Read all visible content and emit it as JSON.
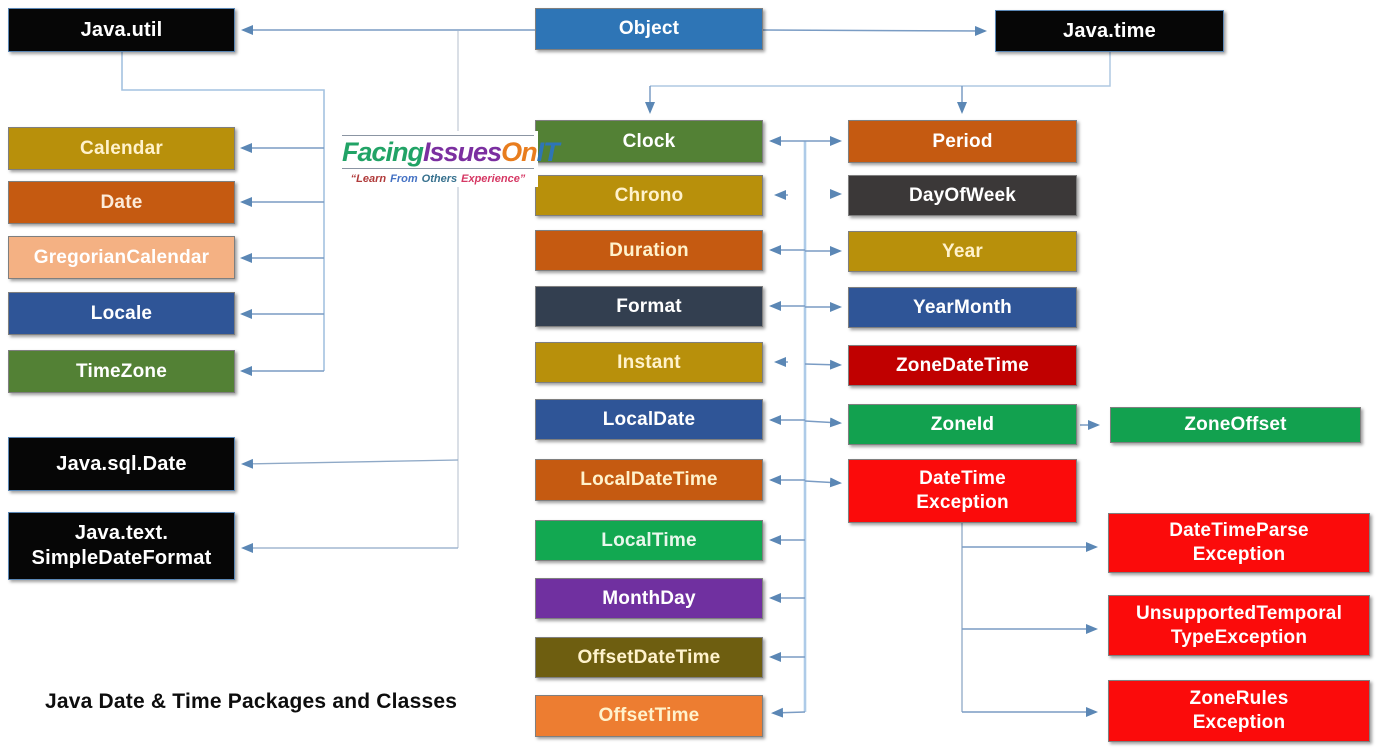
{
  "title": "Java Date & Time Packages and Classes",
  "logo": {
    "parts": [
      {
        "text": "Facing",
        "color": "#21A366"
      },
      {
        "text": "Issues",
        "color": "#7B2FA0"
      },
      {
        "text": "On",
        "color": "#E87D1E"
      },
      {
        "text": "IT",
        "color": "#2E75B6"
      }
    ],
    "tagline": [
      {
        "text": "“Learn",
        "color": "#B03A3A"
      },
      {
        "text": "From",
        "color": "#4472C4"
      },
      {
        "text": "Others",
        "color": "#37718E"
      },
      {
        "text": "Experience”",
        "color": "#D63864"
      }
    ]
  },
  "colors": {
    "black": "#060606",
    "gold": "#B8900B",
    "orange": "#C55A11",
    "peach": "#F4B183",
    "navy": "#2F5597",
    "objectBlue": "#2E75B6",
    "oliveGreen": "#538135",
    "brightGreen": "#12A14F",
    "purple": "#7030A0",
    "darkOlive": "#6E5E10",
    "lightOrange": "#ED7D31",
    "slate": "#333F50",
    "charcoal": "#3B3838",
    "darkRed": "#C00000",
    "red": "#FB0B0B",
    "creamText": "#FFF2CC",
    "whiteText": "#FFFFFF",
    "connector": "#7A9CC4",
    "spine": "#AECBE8",
    "arrowhead": "#5B87B5"
  },
  "nodes": {
    "java_util": {
      "label": "Java.util",
      "bg": "#060606",
      "fg": "#FFFFFF"
    },
    "object": {
      "label": "Object",
      "bg": "#2E75B6",
      "fg": "#FFFFFF"
    },
    "java_time": {
      "label": "Java.time",
      "bg": "#060606",
      "fg": "#FFFFFF"
    },
    "calendar": {
      "label": "Calendar",
      "bg": "#B8900B",
      "fg": "#FFF2CC"
    },
    "date": {
      "label": "Date",
      "bg": "#C55A11",
      "fg": "#FCEBD9"
    },
    "gregorian": {
      "label": "GregorianCalendar",
      "bg": "#F4B183",
      "fg": "#FFFFFF"
    },
    "locale": {
      "label": "Locale",
      "bg": "#2F5597",
      "fg": "#FFFFFF"
    },
    "timezone": {
      "label": "TimeZone",
      "bg": "#538135",
      "fg": "#FFFFFF"
    },
    "java_sql": {
      "label": "Java.sql.Date",
      "bg": "#060606",
      "fg": "#FFFFFF"
    },
    "java_text": {
      "label": "Java.text.\nSimpleDateFormat",
      "bg": "#060606",
      "fg": "#FFFFFF"
    },
    "clock": {
      "label": "Clock",
      "bg": "#538135",
      "fg": "#FFFFFF"
    },
    "chrono": {
      "label": "Chrono",
      "bg": "#B8900B",
      "fg": "#FFF2CC"
    },
    "duration": {
      "label": "Duration",
      "bg": "#C55A11",
      "fg": "#FFF2CC"
    },
    "format": {
      "label": "Format",
      "bg": "#333F50",
      "fg": "#FFFFFF"
    },
    "instant": {
      "label": "Instant",
      "bg": "#B8900B",
      "fg": "#FFF2CC"
    },
    "localdate": {
      "label": "LocalDate",
      "bg": "#2F5597",
      "fg": "#FFFFFF"
    },
    "localdatetime": {
      "label": "LocalDateTime",
      "bg": "#C55A11",
      "fg": "#FFF2CC"
    },
    "localtime": {
      "label": "LocalTime",
      "bg": "#12A851",
      "fg": "#E9F7EC"
    },
    "monthday": {
      "label": "MonthDay",
      "bg": "#7030A0",
      "fg": "#FFFFFF"
    },
    "offsetdatetime": {
      "label": "OffsetDateTime",
      "bg": "#6E5E10",
      "fg": "#FFF2CC"
    },
    "offsettime": {
      "label": "OffsetTime",
      "bg": "#ED7D31",
      "fg": "#FFF2CC"
    },
    "period": {
      "label": "Period",
      "bg": "#C55A11",
      "fg": "#FFFFFF"
    },
    "dayofweek": {
      "label": "DayOfWeek",
      "bg": "#3B3838",
      "fg": "#FFFFFF"
    },
    "year": {
      "label": "Year",
      "bg": "#B8900B",
      "fg": "#FFF2CC"
    },
    "yearmonth": {
      "label": "YearMonth",
      "bg": "#2F5597",
      "fg": "#FFFFFF"
    },
    "zonedatetime": {
      "label": "ZoneDateTime",
      "bg": "#C00000",
      "fg": "#FFFFFF"
    },
    "zoneid": {
      "label": "ZoneId",
      "bg": "#12A14F",
      "fg": "#FFFFFF"
    },
    "datetime_exception": {
      "label": "DateTime\nException",
      "bg": "#FB0B0B",
      "fg": "#FFFFFF"
    },
    "zoneoffset": {
      "label": "ZoneOffset",
      "bg": "#12A14F",
      "fg": "#FFFFFF"
    },
    "datetimeparse_exception": {
      "label": "DateTimeParse\nException",
      "bg": "#FB0B0B",
      "fg": "#FFFFFF"
    },
    "unsupported_exception": {
      "label": "UnsupportedTemporal\nTypeException",
      "bg": "#FB0B0B",
      "fg": "#FFFFFF"
    },
    "zonerules_exception": {
      "label": "ZoneRules\nException",
      "bg": "#FB0B0B",
      "fg": "#FFFFFF"
    }
  }
}
